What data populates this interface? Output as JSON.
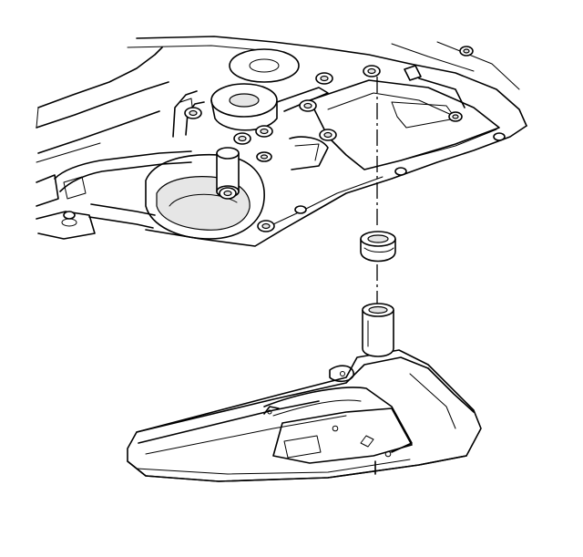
{
  "figure": {
    "parts": [
      {
        "name": "transmission-case-underside",
        "icon": "transmission-case-icon"
      },
      {
        "name": "filter-seal",
        "icon": "seal-ring-icon"
      },
      {
        "name": "transmission-fluid-filter",
        "icon": "fluid-filter-icon"
      }
    ],
    "installation_path": "dash-dot-centerline",
    "colors": {
      "line": "#000000",
      "background": "#ffffff",
      "shade": "#e6e6e6"
    }
  }
}
